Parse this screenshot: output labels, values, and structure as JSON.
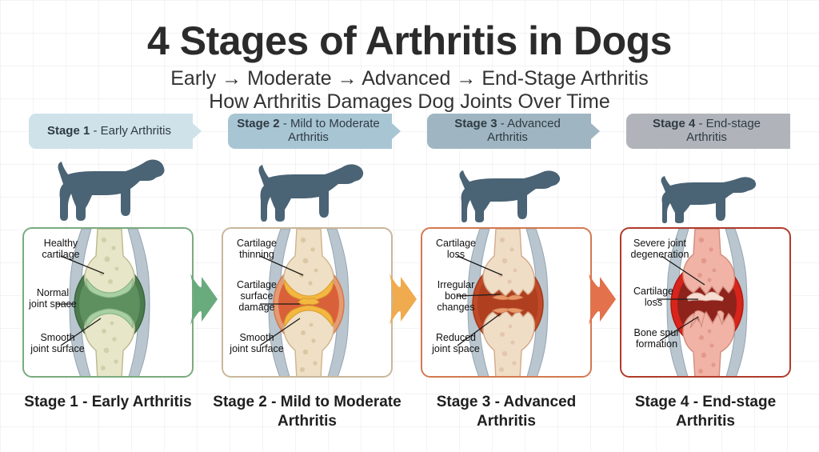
{
  "header": {
    "title": "4 Stages of Arthritis in Dogs",
    "subtitle_progression": "Early → Moderate → Advanced → End-Stage Arthritis",
    "subtitle_description": "How Arthritis Damages Dog Joints Over Time"
  },
  "stages": [
    {
      "banner_stage": "Stage 1",
      "banner_rest": " - Early Arthritis",
      "banner_color": "#cfe2ea",
      "caption": "Stage 1 - Early Arthritis",
      "panel_border_color": "#7aab7e",
      "connector_color": "#6aab7e",
      "labels": [
        "Healthy cartilage",
        "Normal joint space",
        "Smooth joint surface"
      ],
      "joint": {
        "capsule_color": "#4a7a4e",
        "capsule_inner_color": "#5d8f5f",
        "cartilage_color": "#a8cfa4",
        "bone_color": "#e8e6c8",
        "bone_edge_color": "#b9b98c",
        "ligament_color": "#b9c6cf"
      }
    },
    {
      "banner_stage": "Stage 2",
      "banner_rest": " - Mild to Moderate Arthritis",
      "banner_color": "#a8c5d4",
      "caption": "Stage 2 - Mild to Moderate Arthritis",
      "panel_border_color": "#c9b79c",
      "connector_color": "#efab4e",
      "labels": [
        "Cartilage thinning",
        "Cartilage surface damage",
        "Smooth joint surface"
      ],
      "joint": {
        "capsule_color": "#d9613a",
        "capsule_inner_color": "#e07b4c",
        "cartilage_color": "#f4b740",
        "bone_color": "#efdfc4",
        "bone_edge_color": "#cdb48e",
        "ligament_color": "#b9c6cf"
      }
    },
    {
      "banner_stage": "Stage 3",
      "banner_rest": " - Advanced Arthritis",
      "banner_color": "#9fb6c2",
      "caption": "Stage 3 - Advanced Arthritis",
      "panel_border_color": "#d4794f",
      "connector_color": "#e2714c",
      "labels": [
        "Cartilage loss",
        "Irregular bone changes",
        "Reduced joint space"
      ],
      "joint": {
        "capsule_color": "#c04a28",
        "capsule_inner_color": "#b03f20",
        "cartilage_color": "#e9996a",
        "bone_color": "#f0ddc6",
        "bone_edge_color": "#d4a98a",
        "ligament_color": "#b9c6cf"
      }
    },
    {
      "banner_stage": "Stage 4",
      "banner_rest": " - End-stage Arthritis",
      "banner_color": "#b0b4ba",
      "caption": "Stage 4 - End-stage Arthritis",
      "panel_border_color": "#b03a2a",
      "connector_color": "#d9543a",
      "labels": [
        "Severe joint degeneration",
        "Cartilage loss",
        "Bone spur formation"
      ],
      "joint": {
        "capsule_color": "#d8241b",
        "capsule_inner_color": "#8e231c",
        "cartilage_color": "#f6ddd2",
        "bone_color": "#f0b3a6",
        "bone_edge_color": "#d18c7c",
        "ligament_color": "#b9c6cf"
      }
    }
  ],
  "dog": {
    "color": "#4a6375",
    "postures": [
      "upright healthy stance",
      "slightly lowered stance",
      "hunched stance",
      "severely hunched stance"
    ]
  }
}
